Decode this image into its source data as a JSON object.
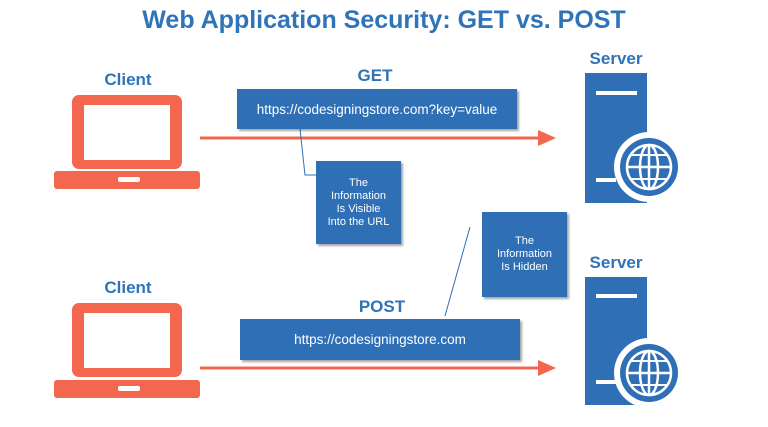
{
  "title": "Web Application Security: GET vs. POST",
  "colors": {
    "accent": "#2f73b8",
    "box": "#2f6fb5",
    "device": "#f4674f",
    "arrow": "#f4674f"
  },
  "get": {
    "client_label": "Client",
    "method_label": "GET",
    "url": "https://codesigningstore.com?key=value",
    "note": "The\nInformation\nIs Visible\nInto the URL",
    "server_label": "Server"
  },
  "post": {
    "client_label": "Client",
    "method_label": "POST",
    "url": "https://codesigningstore.com",
    "note": "The\nInformation\nIs Hidden",
    "server_label": "Server"
  },
  "icons": {
    "client": "laptop-icon",
    "server": "server-globe-icon"
  }
}
